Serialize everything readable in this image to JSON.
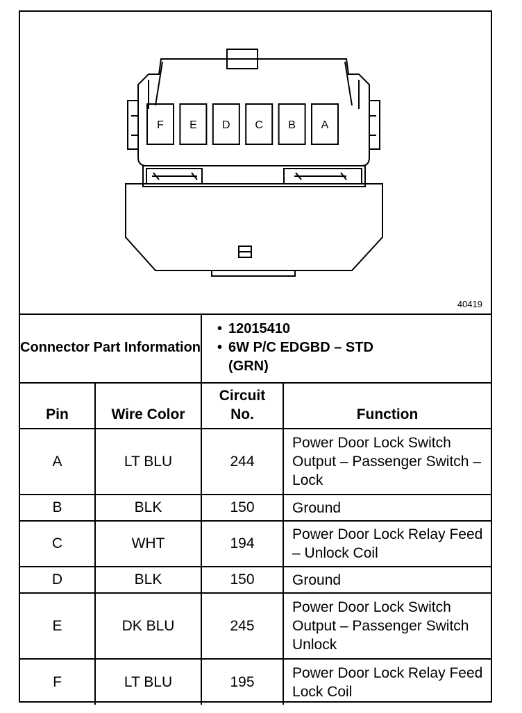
{
  "figure": {
    "number": "40419",
    "pins": [
      "F",
      "E",
      "D",
      "C",
      "B",
      "A"
    ]
  },
  "connector_info": {
    "label": "Connector Part Information",
    "items": [
      "12015410",
      "6W P/C EDGBD – STD (GRN)"
    ]
  },
  "table": {
    "headers": {
      "pin": "Pin",
      "wire_color": "Wire Color",
      "circuit_no": "Circuit No.",
      "function": "Function"
    },
    "rows": [
      {
        "pin": "A",
        "wire_color": "LT BLU",
        "circuit_no": "244",
        "function": "Power Door Lock Switch Output – Passenger Switch – Lock"
      },
      {
        "pin": "B",
        "wire_color": "BLK",
        "circuit_no": "150",
        "function": "Ground"
      },
      {
        "pin": "C",
        "wire_color": "WHT",
        "circuit_no": "194",
        "function": "Power Door Lock Relay Feed – Unlock Coil"
      },
      {
        "pin": "D",
        "wire_color": "BLK",
        "circuit_no": "150",
        "function": "Ground"
      },
      {
        "pin": "E",
        "wire_color": "DK BLU",
        "circuit_no": "245",
        "function": "Power Door Lock Switch Output – Passenger Switch Unlock"
      },
      {
        "pin": "F",
        "wire_color": "LT BLU",
        "circuit_no": "195",
        "function": "Power Door Lock Relay Feed Lock Coil"
      }
    ]
  }
}
